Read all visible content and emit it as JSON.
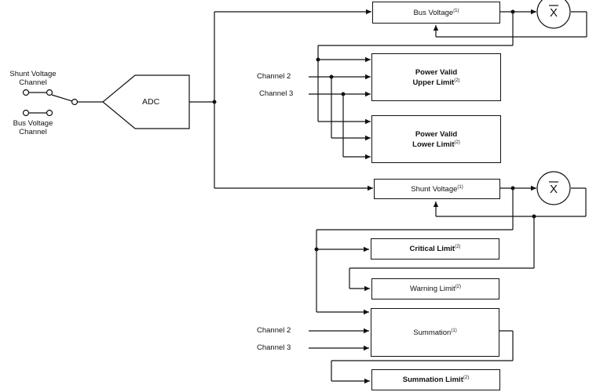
{
  "inputs": {
    "shunt_voltage_channel": [
      "Shunt Voltage",
      "Channel"
    ],
    "bus_voltage_channel": [
      "Bus Voltage",
      "Channel"
    ]
  },
  "adc": {
    "label": "ADC"
  },
  "blocks": {
    "bus_voltage": {
      "label": "Bus Voltage",
      "note": "(1)"
    },
    "power_valid_upper": {
      "line1": "Power Valid",
      "line2": "Upper Limit",
      "note": "(2)"
    },
    "power_valid_lower": {
      "line1": "Power Valid",
      "line2": "Lower Limit",
      "note": "(2)"
    },
    "shunt_voltage": {
      "label": "Shunt Voltage",
      "note": "(1)"
    },
    "critical_limit": {
      "label": "Critical Limit",
      "note": "(2)"
    },
    "warning_limit": {
      "label": "Warning Limit",
      "note": "(2)"
    },
    "summation": {
      "label": "Summation",
      "note": "(1)"
    },
    "summation_limit": {
      "label": "Summation Limit",
      "note": "(2)"
    }
  },
  "averager_symbol": "X",
  "channel_labels": {
    "upper_ch2": "Channel 2",
    "upper_ch3": "Channel 3",
    "lower_ch2": "Channel 2",
    "lower_ch3": "Channel 3"
  }
}
